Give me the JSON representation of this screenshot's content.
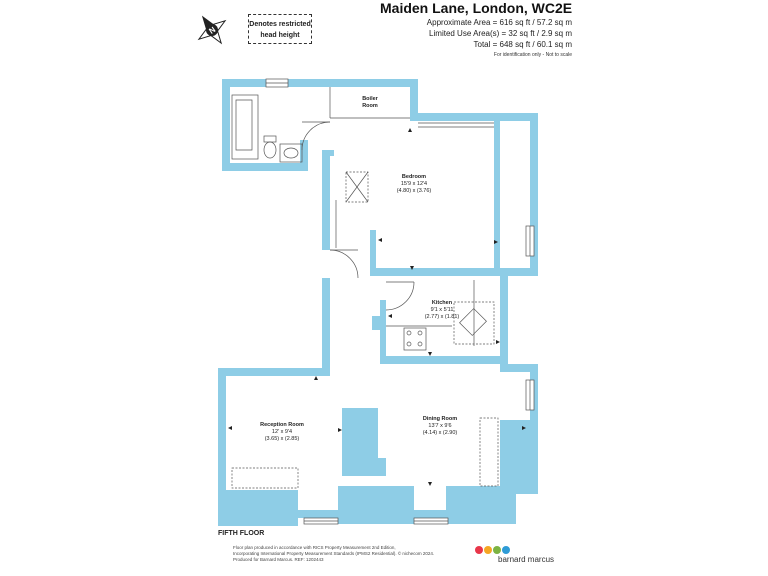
{
  "header": {
    "title": "Maiden Lane, London, WC2E",
    "area_lines": [
      "Approximate Area = 616 sq ft / 57.2 sq m",
      "Limited Use Area(s) = 32 sq ft / 2.9 sq m",
      "Total = 648 sq ft / 60.1 sq m"
    ],
    "identification_note": "For identification only - Not to scale"
  },
  "restricted_note": {
    "line1": "Denotes restricted",
    "line2": "head height"
  },
  "compass": {
    "letter": "N"
  },
  "rooms": {
    "boiler": {
      "name": "Boiler",
      "name2": "Room"
    },
    "bedroom": {
      "name": "Bedroom",
      "dim_imperial": "15'9 x 12'4",
      "dim_metric": "(4.80) x (3.76)"
    },
    "kitchen": {
      "name": "Kitchen",
      "dim_imperial": "9'1 x 5'11",
      "dim_metric": "(2.77) x (1.81)"
    },
    "reception": {
      "name": "Reception Room",
      "dim_imperial": "12' x 9'4",
      "dim_metric": "(3.65) x (2.85)"
    },
    "dining": {
      "name": "Dining Room",
      "dim_imperial": "13'7 x 9'6",
      "dim_metric": "(4.14) x (2.90)"
    }
  },
  "floor_label": "FIFTH FLOOR",
  "footer": {
    "line1": "Floor plan produced in accordance with RICS Property Measurement 2nd Edition,",
    "line2": "Incorporating International Property Measurement Standards (IPMS2 Residential). © nichecom 2024.",
    "line3": "Produced for Barnard Marcus.    REF: 1202443"
  },
  "brand": {
    "name": "barnard marcus",
    "dot_colors": [
      "#e8364a",
      "#f5a623",
      "#7cb342",
      "#2e9bd6"
    ]
  },
  "colors": {
    "wall": "#8ecde6",
    "line": "#555555"
  }
}
